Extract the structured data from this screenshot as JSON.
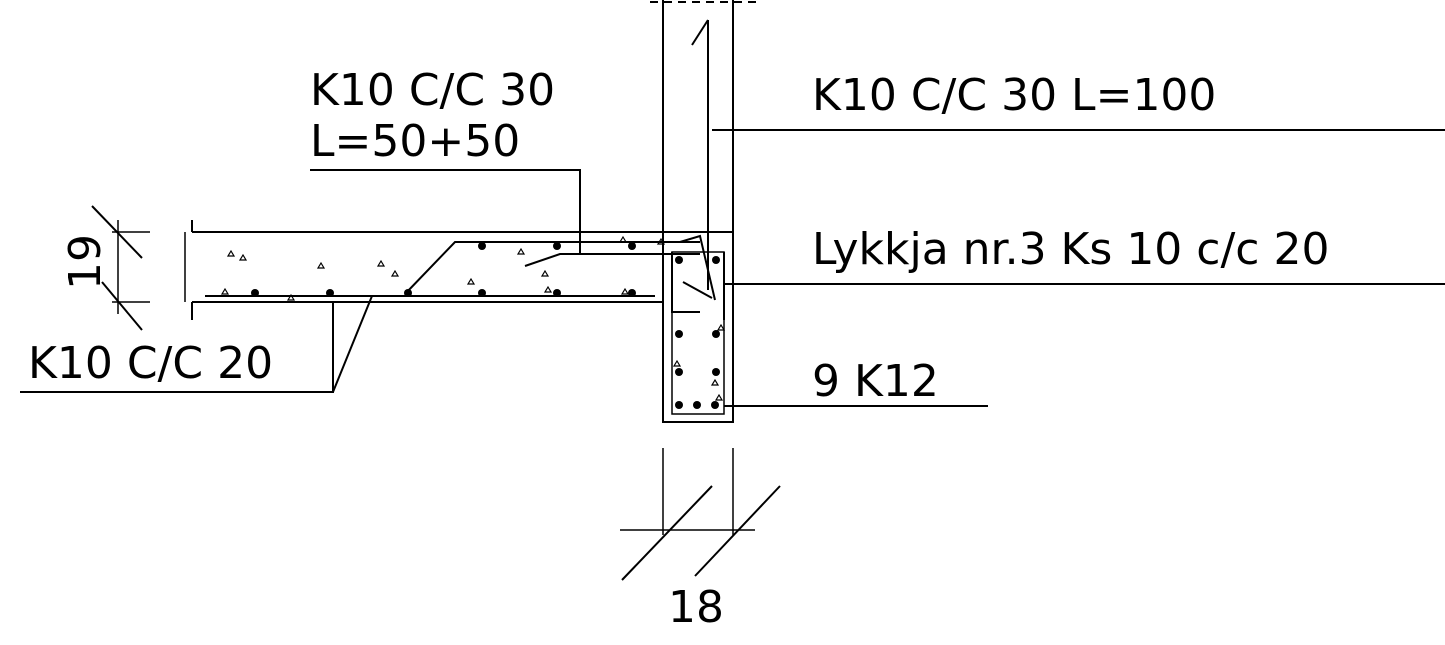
{
  "drawing": {
    "labels": {
      "wall_bar": "K10 C/C 30 L=100",
      "slab_bar_line1": "K10 C/C 30",
      "slab_bar_line2": "L=50+50",
      "lykkja": "Lykkja nr.3 Ks 10 c/c 20",
      "beam_bars": "9 K12",
      "bottom_bar": "K10 C/C 20",
      "slab_thickness": "19",
      "wall_width": "18"
    }
  }
}
